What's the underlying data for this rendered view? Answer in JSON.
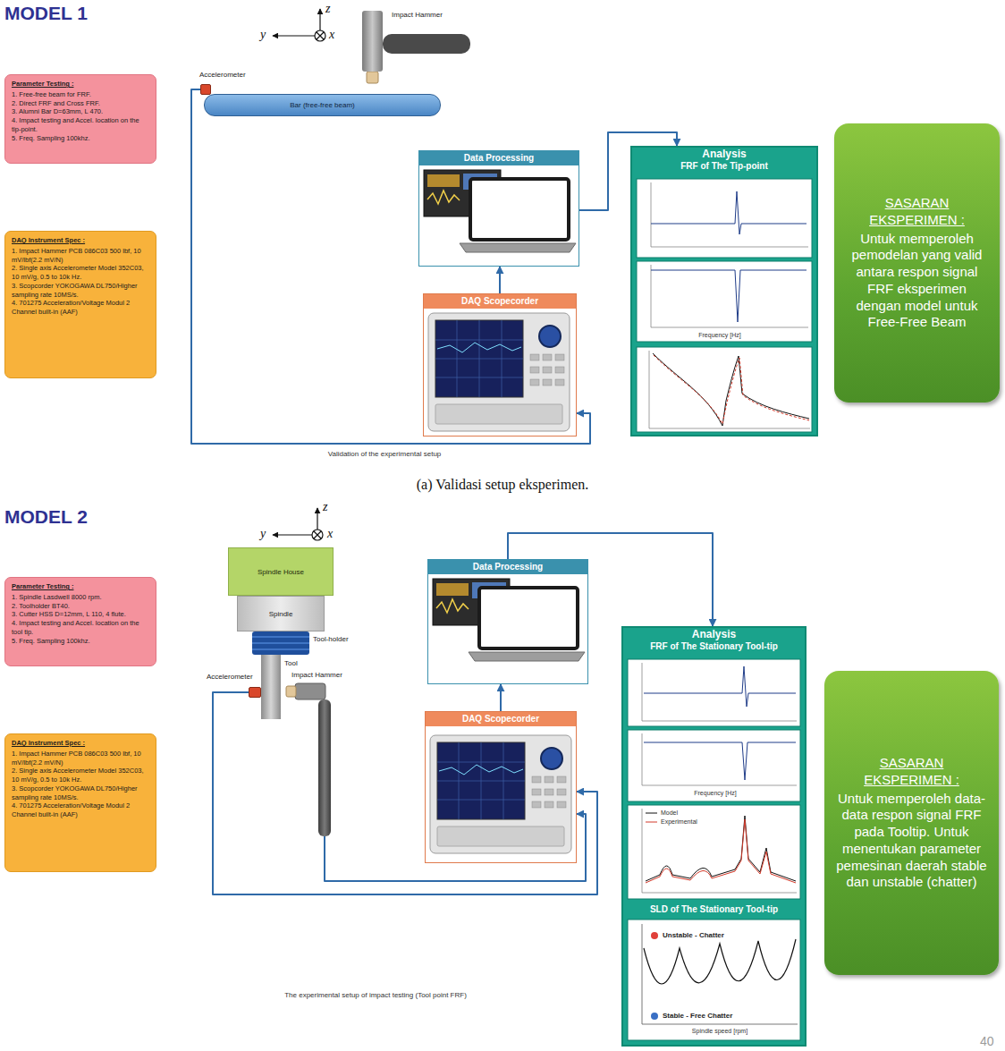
{
  "diagram": {
    "caption": "(a) Validasi setup eksperimen.",
    "nodes": [
      {
        "text": [
          "Parameter Testing :",
          "1. Free-free beam for FRF.",
          "2. Direct FRF and Cross FRF.",
          "3. Alumni Bar D=63mm, L 470.",
          "4. Impact testing and Accel. location on the tip-point.",
          "5. Freq. Sampling 100khz."
        ]
      },
      {
        "text": [
          "DAQ Instrument Spec :",
          "1. Impact Hammer PCB 086C03 500 lbf, 10 mV/lbf(2.2 mV/N)",
          "2. Single axis Accelerometer Model 352C03, 10 mV/g, 0.5 to 10k Hz.",
          "3. Scopcorder YOKOGAWA DL750/Higher sampling rate 10MS/s.",
          "4. 701275 Acceleration/Voltage Modul 2 Channel built-in (AAF)"
        ]
      },
      {
        "text": [
          "Accelerometer"
        ]
      },
      {
        "text": [
          "Bar (free-free beam)"
        ]
      },
      {
        "text": [
          "Impact Hammer"
        ]
      },
      {
        "text": [
          "Data Processing"
        ]
      },
      {
        "text": [
          "DAQ Scopecorder"
        ]
      },
      {
        "text": [
          "Analysis",
          "FRF of The Tip-point"
        ]
      },
      {
        "text": [
          "SASARAN EKSPERIMEN :",
          "Untuk memperoleh pemodelan yang valid antara respon signal FRF eksperimen dengan model untuk Free-Free Beam"
        ]
      },
      {
        "text": [
          "Parameter Testing :",
          "1. Spindle Lasdwell 8000 rpm.",
          "2. Toolholder BT40.",
          "3. Cutter HSS D=12mm, L 110, 4 flute.",
          "4. Impact testing and Accel. location on the tool tip.",
          "5. Freq. Sampling 100khz."
        ]
      },
      {
        "text": [
          "DAQ Instrument Spec :",
          "1. Impact Hammer PCB 086C03 500 lbf, 10 mV/lbf(2.2 mV/N)",
          "2. Single axis Accelerometer Model 352C03, 10 mV/g, 0.5 to 10k Hz.",
          "3. Scopcorder YOKOGAWA DL750/Higher sampling rate 10MS/s.",
          "4. 701275 Acceleration/Voltage Modul 2 Channel built-in (AAF)"
        ]
      },
      {
        "text": [
          "Spindle House"
        ]
      },
      {
        "text": [
          "Spindle"
        ]
      },
      {
        "text": [
          "Tool-holder"
        ]
      },
      {
        "text": [
          "Tool"
        ]
      },
      {
        "text": [
          "Accelerometer"
        ]
      },
      {
        "text": [
          "Impact Hammer"
        ]
      },
      {
        "text": [
          "Data Processing"
        ]
      },
      {
        "text": [
          "DAQ Scopecorder"
        ]
      },
      {
        "text": [
          "Analysis",
          "FRF of The Stationary Tool-tip",
          "SLD of The Stationary Tool-tip"
        ]
      },
      {
        "text": [
          "SASARAN EKSPERIMEN :",
          "Untuk memperoleh data-data respon signal FRF pada Tooltip. Untuk menentukan parameter pemesinan daerah stable dan unstable (chatter)"
        ]
      }
    ],
    "edges": [
      {
        "from": 2,
        "to": 6,
        "arrow": "to"
      },
      {
        "from": 6,
        "to": 5,
        "arrow": "to"
      },
      {
        "from": 5,
        "to": 7,
        "arrow": "to"
      },
      {
        "from": 15,
        "to": 18,
        "arrow": "to"
      },
      {
        "from": 16,
        "to": 18,
        "arrow": "to"
      },
      {
        "from": 18,
        "to": 17,
        "arrow": "to"
      },
      {
        "from": 17,
        "to": 19,
        "arrow": "to"
      }
    ],
    "labels": [
      "MODEL 1",
      "z",
      "y",
      "x",
      "Frequency [Hz]",
      "Validation of the experimental setup",
      "MODEL 2",
      "z",
      "y",
      "x",
      "Frequency [Hz]",
      "Model",
      "Experimental",
      "Unstable - Chatter",
      "Stable - Free Chatter",
      "Spindle speed [rpm]",
      "The experimental setup of impact testing (Tool point FRF)",
      "40"
    ]
  }
}
